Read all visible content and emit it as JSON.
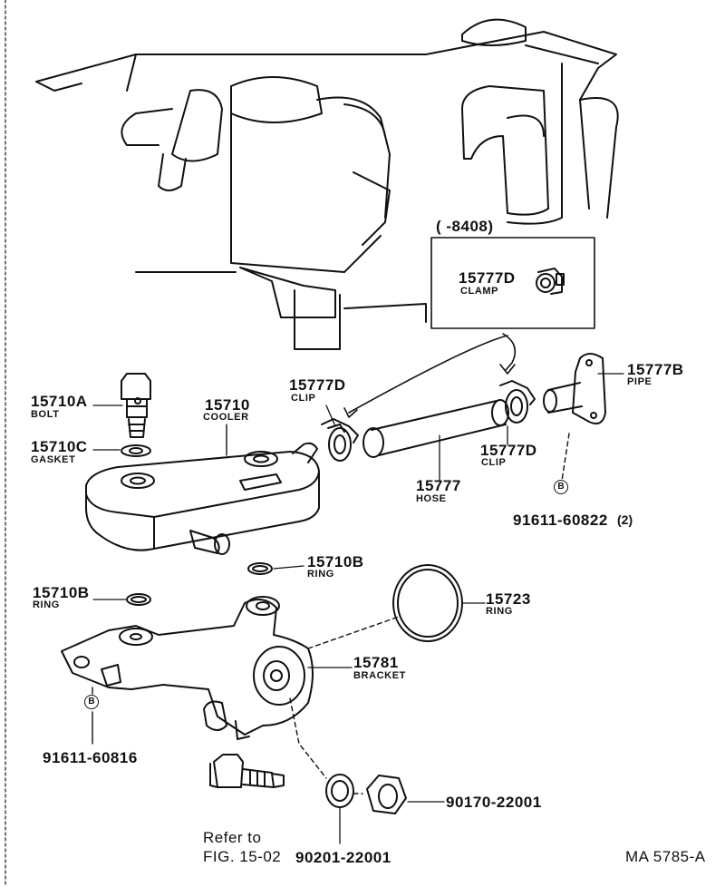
{
  "diagram_title": "MA 5785-A",
  "inset": {
    "range": "(      -8408)",
    "part_no": "15777D",
    "name": "CLAMP"
  },
  "parts": [
    {
      "part_no": "15710A",
      "name": "BOLT"
    },
    {
      "part_no": "15710C",
      "name": "GASKET"
    },
    {
      "part_no": "15710",
      "name": "COOLER"
    },
    {
      "part_no": "15777D",
      "name": "CLIP"
    },
    {
      "part_no": "15777",
      "name": "HOSE"
    },
    {
      "part_no": "15777D",
      "name": "CLIP"
    },
    {
      "part_no": "15777B",
      "name": "PIPE"
    },
    {
      "part_no": "91611-60822",
      "qty": "(2)"
    },
    {
      "part_no": "15710B",
      "name": "RING"
    },
    {
      "part_no": "15710B",
      "name": "RING"
    },
    {
      "part_no": "15723",
      "name": "RING"
    },
    {
      "part_no": "15781",
      "name": "BRACKET"
    },
    {
      "part_no": "91611-60816"
    },
    {
      "part_no": "90170-22001"
    },
    {
      "part_no": "90201-22001"
    }
  ],
  "markers": [
    "B",
    "B"
  ],
  "reference": {
    "line1": "Refer to",
    "line2": "FIG. 15-02"
  }
}
